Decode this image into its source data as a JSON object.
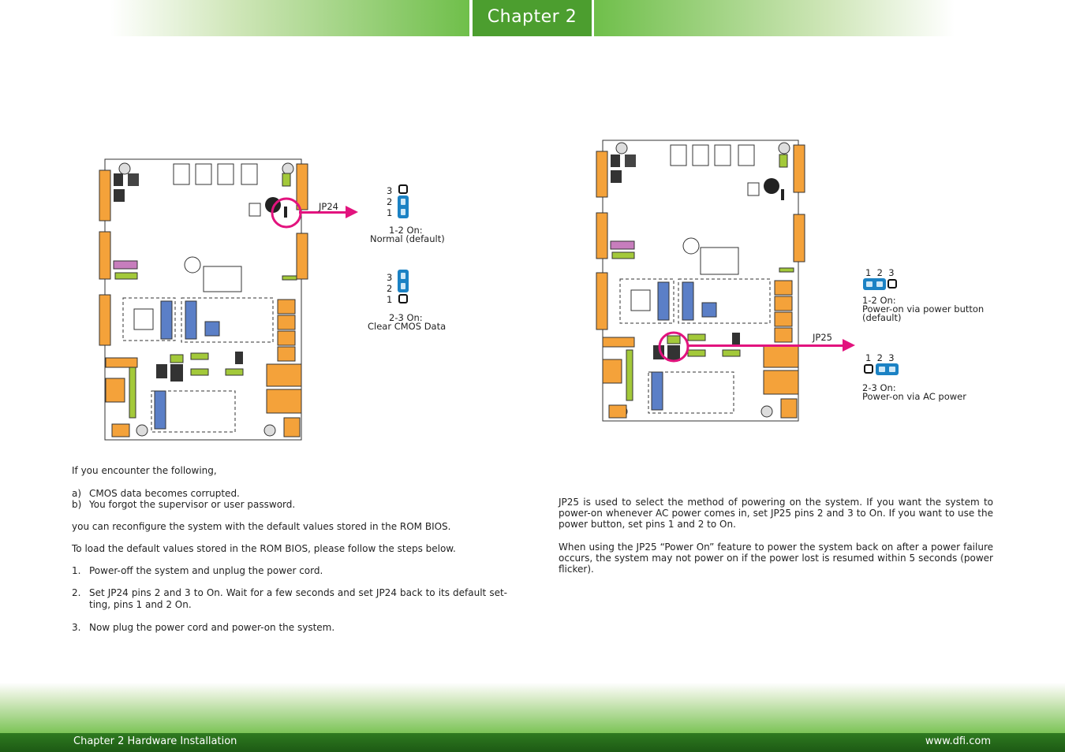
{
  "header": {
    "title": "Chapter 2"
  },
  "footer": {
    "left": "Chapter 2 Hardware Installation",
    "right": "www.dfi.com"
  },
  "jp24": {
    "label": "JP24",
    "pins_top": [
      "3",
      "2",
      "1"
    ],
    "opt1_title": "1-2 On:",
    "opt1_desc": "Normal (default)",
    "pins_bottom": [
      "3",
      "2",
      "1"
    ],
    "opt2_title": "2-3 On:",
    "opt2_desc": "Clear CMOS Data"
  },
  "jp25": {
    "label": "JP25",
    "pins_top": "1  2  3",
    "opt1_title": "1-2 On:",
    "opt1_desc": "Power-on via power button",
    "opt1_desc2": "(default)",
    "pins_bottom": "1  2  3",
    "opt2_title": "2-3 On:",
    "opt2_desc": "Power-on via AC power"
  },
  "left_text": {
    "intro": "If you encounter the following,",
    "list_a_marker": "a)",
    "list_a": "CMOS data becomes corrupted.",
    "list_b_marker": "b)",
    "list_b": "You forgot the supervisor or user password.",
    "p1": "you can reconfigure the system with the default values stored in the ROM BIOS.",
    "p2": "To load the default values stored in the ROM BIOS, please follow the steps below.",
    "s1_marker": "1.",
    "s1": "Power-off the system and unplug the power cord.",
    "s2_marker": "2.",
    "s2_line1": "Set JP24 pins 2 and 3 to On. Wait for a few seconds and set JP24 back to its default set-",
    "s2_line2": "ting, pins 1 and 2 On.",
    "s3_marker": "3.",
    "s3": "Now plug the power cord and power-on the system."
  },
  "right_text": {
    "p1": "JP25 is used to select the method of powering on the system. If you want the system to power-on whenever AC power comes in, set JP25 pins 2 and 3 to On. If you want to use the power button, set pins 1 and 2 to On.",
    "p2": "When using the JP25 “Power On” feature to power the system back on after a power failure occurs, the system may not power on if the power lost is resumed within 5 seconds (power flicker)."
  },
  "colors": {
    "accent_green": "#4c9e2f",
    "magenta": "#e2137e",
    "pin_blue": "#1b82c4",
    "connector_orange": "#f4a23a"
  }
}
